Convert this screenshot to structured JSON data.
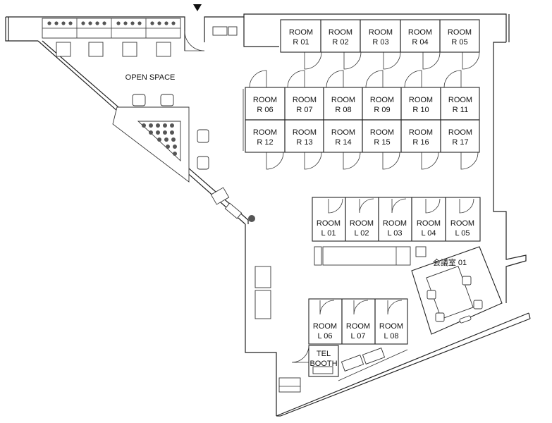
{
  "labels": {
    "open_space": "OPEN SPACE",
    "meeting_room": "会議室 01",
    "tel_booth_line1": "TEL",
    "tel_booth_line2": "BOOTH"
  },
  "rooms_r_top": [
    {
      "l1": "ROOM",
      "l2": "R 01"
    },
    {
      "l1": "ROOM",
      "l2": "R 02"
    },
    {
      "l1": "ROOM",
      "l2": "R 03"
    },
    {
      "l1": "ROOM",
      "l2": "R 04"
    },
    {
      "l1": "ROOM",
      "l2": "R 05"
    }
  ],
  "rooms_r_mid": [
    {
      "l1": "ROOM",
      "l2": "R 06"
    },
    {
      "l1": "ROOM",
      "l2": "R 07"
    },
    {
      "l1": "ROOM",
      "l2": "R 08"
    },
    {
      "l1": "ROOM",
      "l2": "R 09"
    },
    {
      "l1": "ROOM",
      "l2": "R 10"
    },
    {
      "l1": "ROOM",
      "l2": "R 11"
    }
  ],
  "rooms_r_low": [
    {
      "l1": "ROOM",
      "l2": "R 12"
    },
    {
      "l1": "ROOM",
      "l2": "R 13"
    },
    {
      "l1": "ROOM",
      "l2": "R 14"
    },
    {
      "l1": "ROOM",
      "l2": "R 15"
    },
    {
      "l1": "ROOM",
      "l2": "R 16"
    },
    {
      "l1": "ROOM",
      "l2": "R 17"
    }
  ],
  "rooms_l_top": [
    {
      "l1": "ROOM",
      "l2": "L 01"
    },
    {
      "l1": "ROOM",
      "l2": "L 02"
    },
    {
      "l1": "ROOM",
      "l2": "L 03"
    },
    {
      "l1": "ROOM",
      "l2": "L 04"
    },
    {
      "l1": "ROOM",
      "l2": "L 05"
    }
  ],
  "rooms_l_low": [
    {
      "l1": "ROOM",
      "l2": "L 06"
    },
    {
      "l1": "ROOM",
      "l2": "L 07"
    },
    {
      "l1": "ROOM",
      "l2": "L 08"
    }
  ]
}
